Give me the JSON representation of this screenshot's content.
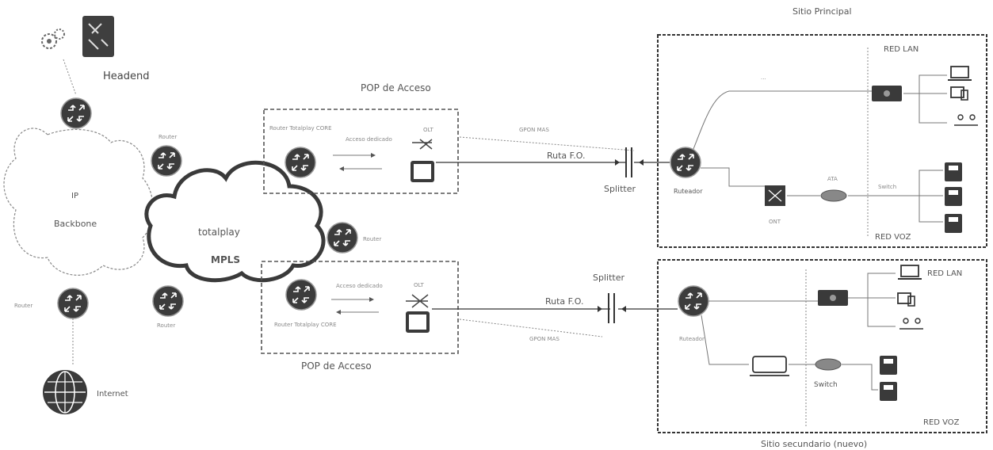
{
  "headend": {
    "label": "Headend"
  },
  "backbone": {
    "label_line1": "IP",
    "label_line2": "Backbone"
  },
  "internet": {
    "label": "Internet"
  },
  "mpls_cloud": {
    "brand": "totalplay",
    "label": "MPLS"
  },
  "routers": {
    "r1_label": "Router",
    "r2_label": "Router",
    "r3_label": "Router",
    "r4_label": "Router"
  },
  "pop_top": {
    "title": "POP de Acceso",
    "router_label": "Router Totalplay CORE",
    "link_label": "Acceso dedicado",
    "olt_label": "OLT",
    "gpon_label": "GPON MAS"
  },
  "pop_bottom": {
    "title": "POP de Acceso",
    "router_label": "Router Totalplay CORE",
    "link_label": "Acceso dedicado",
    "olt_label": "OLT",
    "gpon_label": "GPON MAS"
  },
  "fiber_top": {
    "ruta_label": "Ruta F.O.",
    "splitter_label": "Splitter"
  },
  "fiber_bottom": {
    "ruta_label": "Ruta F.O.",
    "splitter_label": "Splitter"
  },
  "site_main": {
    "title": "Sitio Principal",
    "router_label": "Ruteador",
    "lan_label": "RED LAN",
    "voz_label": "RED VOZ",
    "ont_label": "ONT",
    "ata_label": "ATA",
    "switch_label": "Switch"
  },
  "site_secondary": {
    "title": "Sitio secundario (nuevo)",
    "router_label": "Ruteador",
    "lan_label": "RED LAN",
    "voz_label": "RED VOZ",
    "switch_label": "Switch"
  }
}
